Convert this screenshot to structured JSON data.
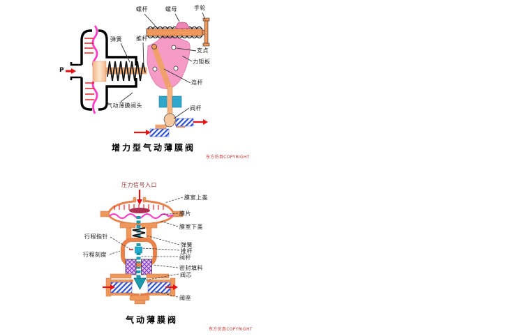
{
  "diagram_top": {
    "title": "增力型气动薄膜阀",
    "watermark": "东方仿真COPYRIGHT",
    "inlet_label": "P",
    "labels": {
      "screw_rod": "螺杆",
      "nut": "螺母",
      "handwheel": "手轮",
      "spring": "弹簧",
      "push_rod": "推杆",
      "fulcrum": "支点",
      "force_plate": "力矩板",
      "connecting_rod": "连杆",
      "valve_stem": "阀杆",
      "diaphragm_head": "气动薄膜阀头"
    }
  },
  "diagram_bottom": {
    "title": "气动薄膜阀",
    "watermark": "东方仿真COPYRIGHT",
    "signal_inlet": "压力信号入口",
    "labels": {
      "chamber_upper_cover": "膜室上盖",
      "diaphragm": "膜片",
      "chamber_lower_cover": "膜室下盖",
      "travel_pointer": "行程指针",
      "travel_scale": "行程刻度",
      "spring": "弹簧",
      "push_rod": "推杆",
      "valve_stem": "阀杆",
      "seal_packing": "密封填料",
      "valve_plug": "阀芯",
      "valve_seat": "阀座"
    }
  },
  "colors": {
    "body_orange": "#F0975C",
    "rod_peach": "#F2B280",
    "plate_pink": "#F59BC6",
    "diaphragm_magenta": "#FF3FC3",
    "signal_red": "#E81010",
    "stem_teal": "#1A9AAE",
    "pipe_blue": "#2A4FD0",
    "packing_purple": "#8A3FC0",
    "watermark_red": "#CC3333"
  }
}
